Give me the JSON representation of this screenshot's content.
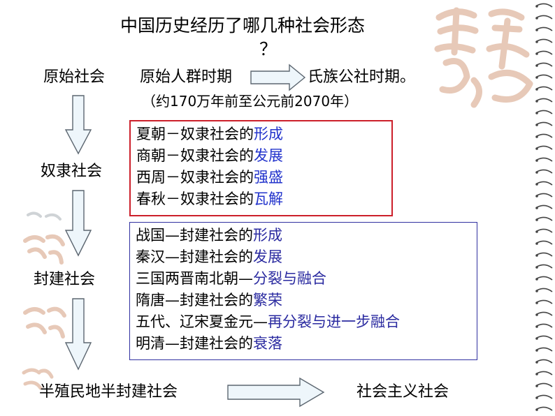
{
  "title": {
    "line1": "中国历史经历了哪几种社会形态",
    "line2": "？"
  },
  "stages": {
    "primitive": "原始社会",
    "slavery": "奴隶社会",
    "feudal": "封建社会",
    "semi_colonial": "半殖民地半封建社会",
    "socialist": "社会主义社会"
  },
  "primitive_periods": {
    "first": "原始人群时期",
    "second": "氏族公社时期。",
    "dates": "（约170万年前至公元前2070年）"
  },
  "slavery_box": {
    "rows": [
      {
        "prefix": "夏朝－奴隶社会的",
        "highlight": "形成"
      },
      {
        "prefix": "商朝－奴隶社会的",
        "highlight": "发展"
      },
      {
        "prefix": "西周－奴隶社会的",
        "highlight": "强盛"
      },
      {
        "prefix": "春秋－奴隶社会的",
        "highlight": "瓦解"
      }
    ]
  },
  "feudal_box": {
    "rows": [
      {
        "prefix": "战国—封建社会的",
        "highlight": "形成"
      },
      {
        "prefix": "秦汉—封建社会的",
        "highlight": "发展"
      },
      {
        "prefix": "三国两晋南北朝—",
        "highlight": "分裂与融合"
      },
      {
        "prefix": "隋唐—封建社会的",
        "highlight": "繁荣"
      },
      {
        "prefix": "五代、辽宋夏金元—",
        "highlight": "再分裂与进一步融合"
      },
      {
        "prefix": "明清—封建社会的",
        "highlight": "衰落"
      }
    ]
  },
  "colors": {
    "slavery_border": "#cc1f2a",
    "feudal_border": "#3030a0",
    "highlight": "#2233cc",
    "arrow_fill": "#eef6fb",
    "arrow_stroke": "#5c6670",
    "spiral": "#444444",
    "seal": "#e7c9b8"
  },
  "icons": {
    "arrows": "block-arrow",
    "binding": "spiral-binding",
    "decoration": "seal-stamp"
  }
}
